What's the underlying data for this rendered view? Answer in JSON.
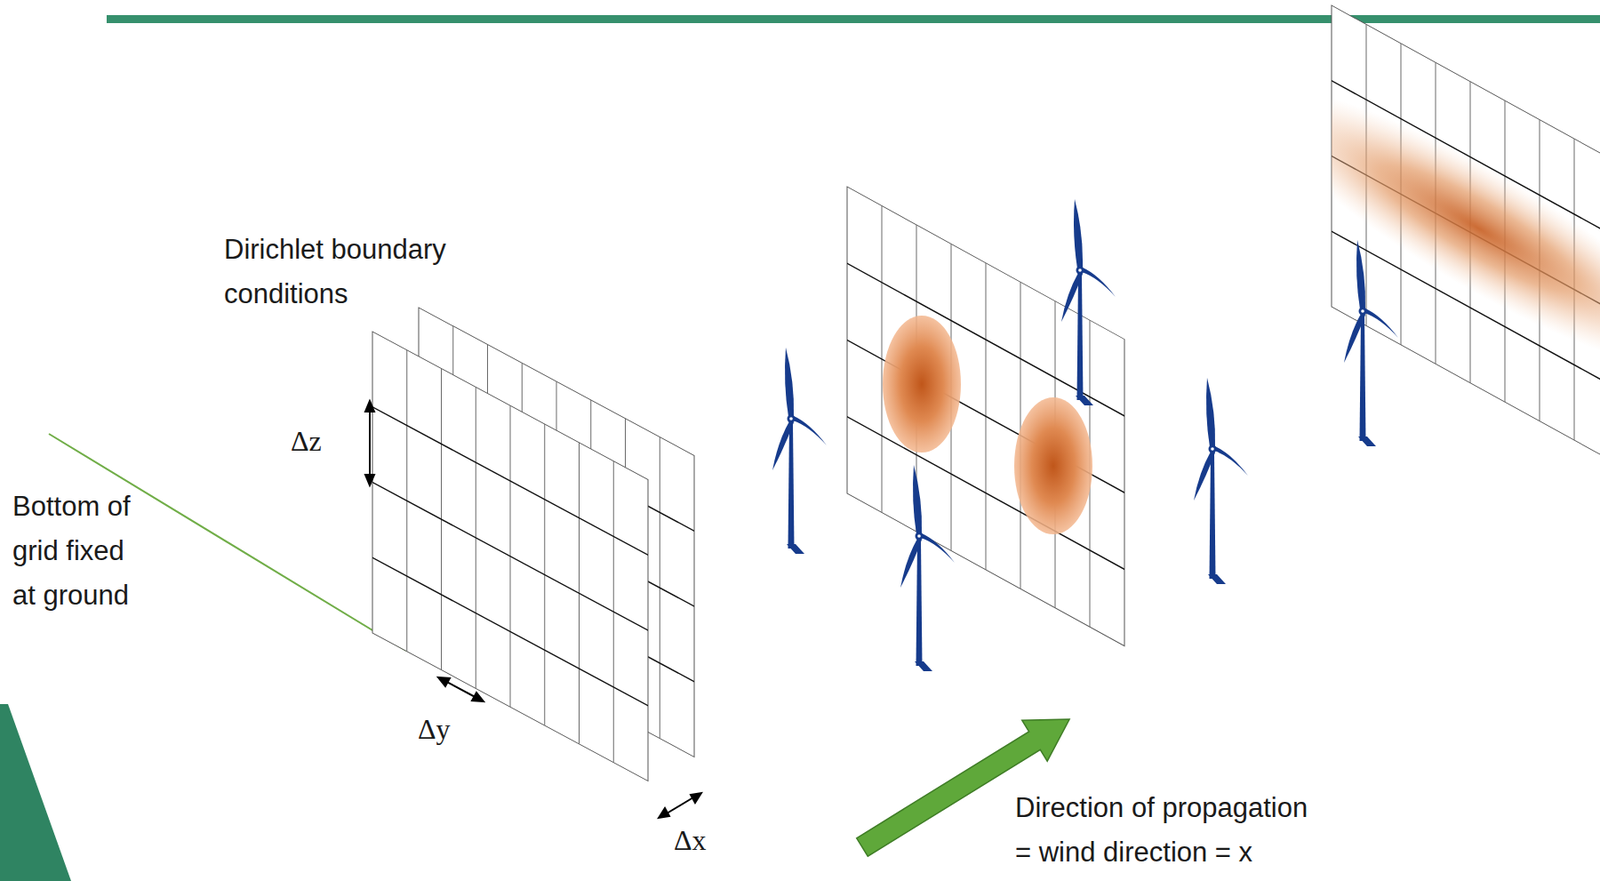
{
  "diagram": {
    "labels": [
      "Dirichlet boundary conditions",
      "Δz",
      "Bottom of grid fixed at ground",
      "Δy",
      "Δx",
      "Direction of propagation = wind direction = x"
    ]
  }
}
